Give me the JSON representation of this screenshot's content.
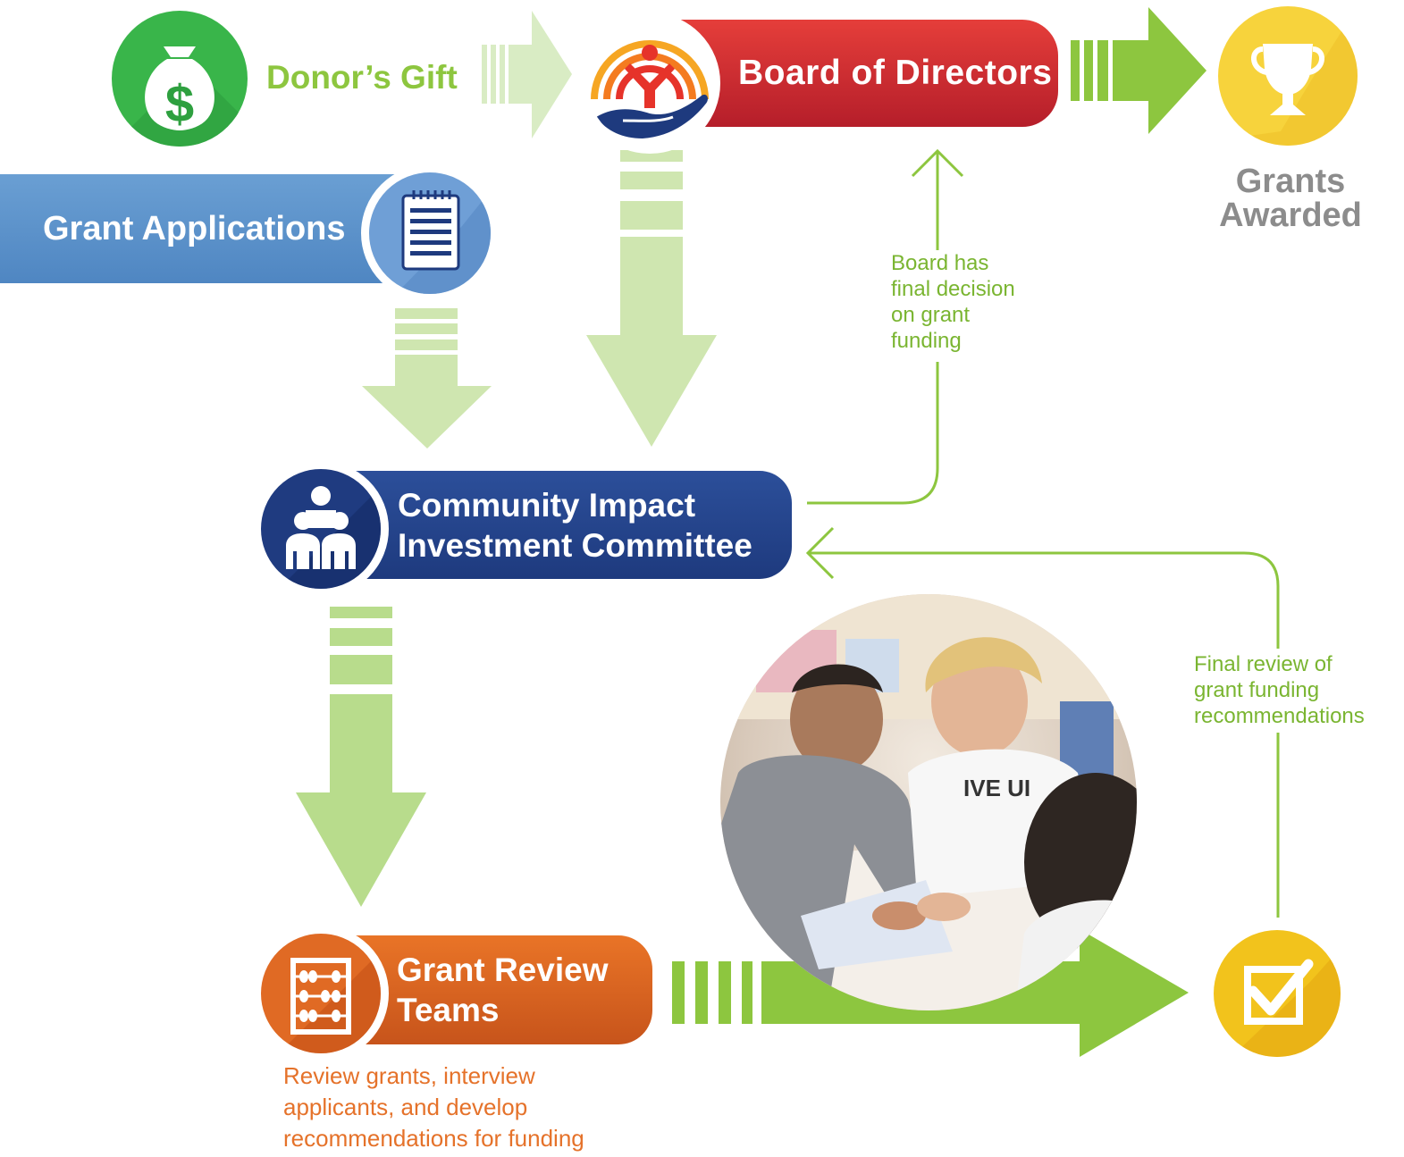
{
  "donor": {
    "label": "Donor’s Gift",
    "icon": "money-bag-icon"
  },
  "board": {
    "label": "Board of Directors",
    "icon": "united-way-hand-logo"
  },
  "grants_awarded": {
    "line1": "Grants",
    "line2": "Awarded",
    "icon": "trophy-icon"
  },
  "grant_applications": {
    "label": "Grant Applications",
    "icon": "notepad-icon"
  },
  "committee": {
    "line1": "Community Impact",
    "line2": "Investment Committee",
    "icon": "people-group-icon"
  },
  "review_teams": {
    "line1": "Grant Review",
    "line2": "Teams",
    "icon": "abacus-icon"
  },
  "notes": {
    "board_decision": [
      "Board has",
      "final decision",
      "on grant",
      "funding"
    ],
    "final_review": [
      "Final review of",
      "grant funding",
      "recommendations"
    ],
    "review_tasks": [
      "Review grants, interview",
      "applicants, and develop",
      "recommendations for funding"
    ]
  },
  "checkmark": {
    "icon": "checkmark-icon"
  },
  "photo": {
    "shirt_text": "IVE UI"
  },
  "colors": {
    "green": "#8dc63f",
    "light_green": "#cfe6b0",
    "red": "#c8242d",
    "blue": "#4f86c2",
    "navy": "#1e3a7e",
    "orange": "#e06a24",
    "gold": "#f2c31c",
    "gray": "#8c8c8c"
  }
}
